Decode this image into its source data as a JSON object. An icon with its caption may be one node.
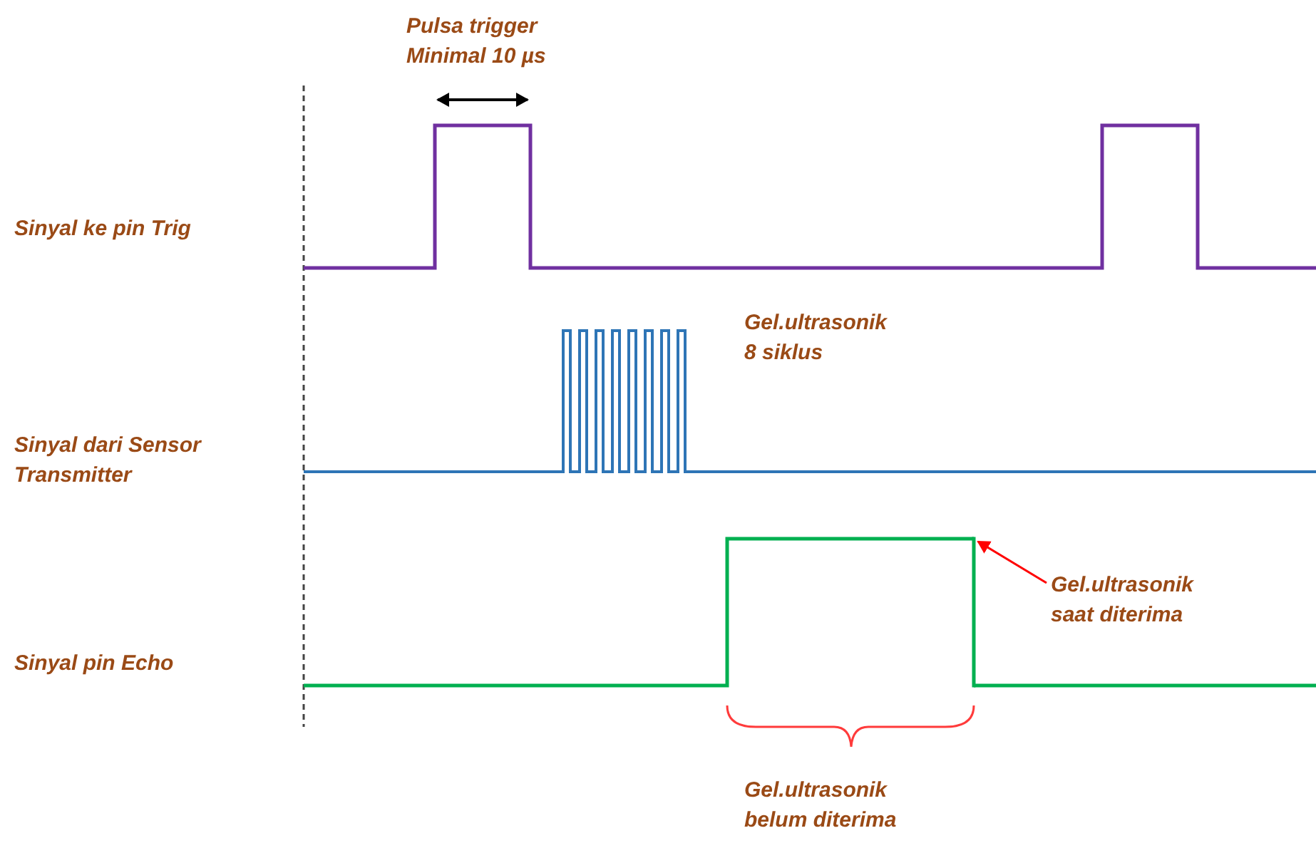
{
  "diagram": {
    "nodes": [
      {
        "text": [
          "Gel.ultrasonik saat diterima"
        ]
      },
      {
        "text": [],
        "shape": "line"
      }
    ],
    "edges": [
      {
        "from": 0,
        "to": 1,
        "arrow": "to"
      }
    ],
    "labels": [
      "Pulsa trigger Minimal 10 µs",
      "Sinyal ke pin Trig",
      "Gel.ultrasonik 8 siklus",
      "Sinyal dari Sensor Transmitter",
      "Sinyal pin Echo",
      "Gel.ultrasonik belum diterima"
    ]
  }
}
